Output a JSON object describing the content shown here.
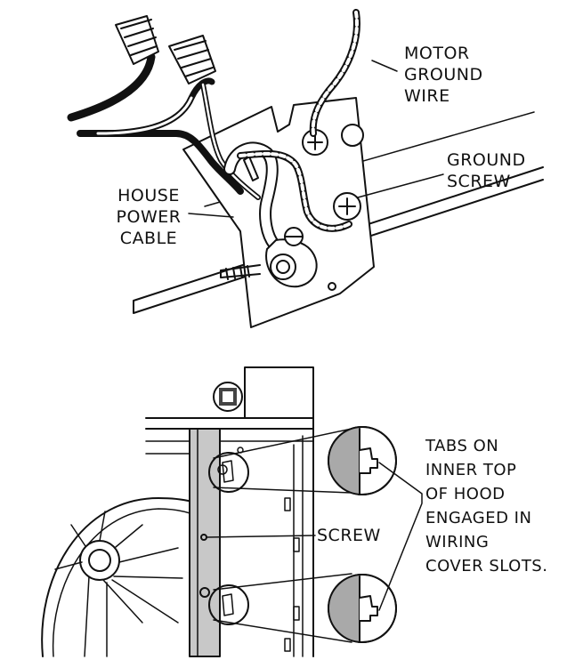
{
  "labels": {
    "motor_ground_wire": "MOTOR\nGROUND\nWIRE",
    "ground_screw": "GROUND\nSCREW",
    "house_power_cable": "HOUSE\nPOWER\nCABLE",
    "screw": "SCREW",
    "tabs_note": "TABS ON\nINNER TOP\nOF HOOD\nENGAGED IN\nWIRING\nCOVER SLOTS."
  },
  "colors": {
    "line": "#111111",
    "cover_gray": "#c8c8c8",
    "detail_gray": "#a9a9a9"
  }
}
